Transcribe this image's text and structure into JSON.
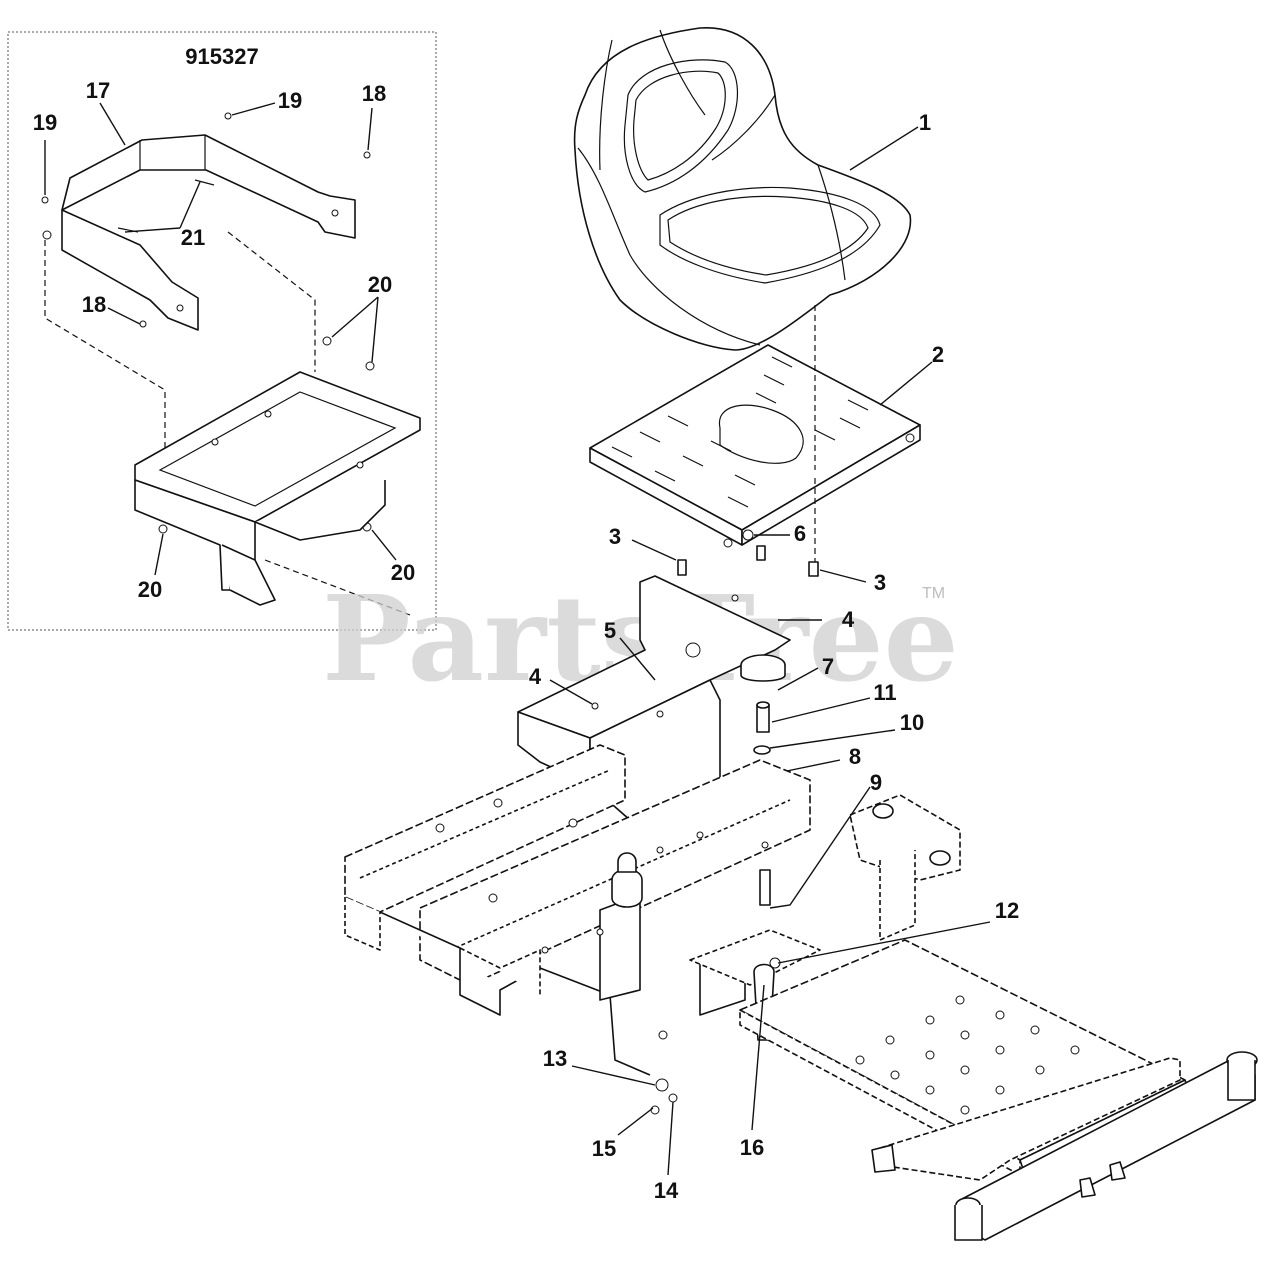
{
  "inset": {
    "title": "915327"
  },
  "watermark": {
    "text": "PartsTree",
    "mark": "TM"
  },
  "callouts": {
    "c1": "1",
    "c2": "2",
    "c3a": "3",
    "c3b": "3",
    "c4a": "4",
    "c4b": "4",
    "c5": "5",
    "c6": "6",
    "c7": "7",
    "c8": "8",
    "c9": "9",
    "c10": "10",
    "c11": "11",
    "c12": "12",
    "c13": "13",
    "c14": "14",
    "c15": "15",
    "c16": "16",
    "c17": "17",
    "c18a": "18",
    "c18b": "18",
    "c19a": "19",
    "c19b": "19",
    "c20a": "20",
    "c20b": "20",
    "c20c": "20",
    "c21": "21"
  }
}
